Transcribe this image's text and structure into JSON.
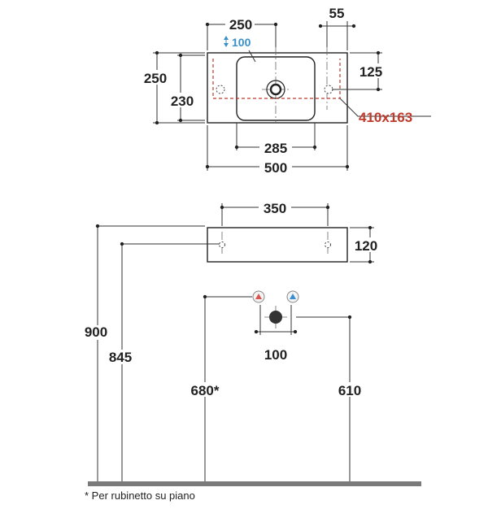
{
  "top_view": {
    "width_total": "500",
    "bowl_width": "285",
    "top_left_width": "250",
    "side_offset": "55",
    "height_total": "250",
    "height_inner": "230",
    "tap_offset": "125",
    "tap_height": "100",
    "cutout": "410x163"
  },
  "front_view": {
    "top_width": "350",
    "thickness": "120"
  },
  "wall_view": {
    "height_900": "900",
    "height_845": "845",
    "height_680": "680*",
    "height_610": "610",
    "tap_spacing": "100"
  },
  "footnote": "* Per rubinetto su piano",
  "colors": {
    "accent_blue": "#3a8fc7",
    "accent_red": "#c0392b",
    "hot_red": "#d9534f",
    "cold_blue": "#3b8fd1",
    "floor_gray": "#7a7a7a",
    "drain_dark": "#333333"
  },
  "icons": {
    "hot_water": "hot-water-triangle",
    "cold_water": "cold-water-triangle",
    "tap_arrow": "up-down-arrow",
    "drain": "drain-circle"
  }
}
